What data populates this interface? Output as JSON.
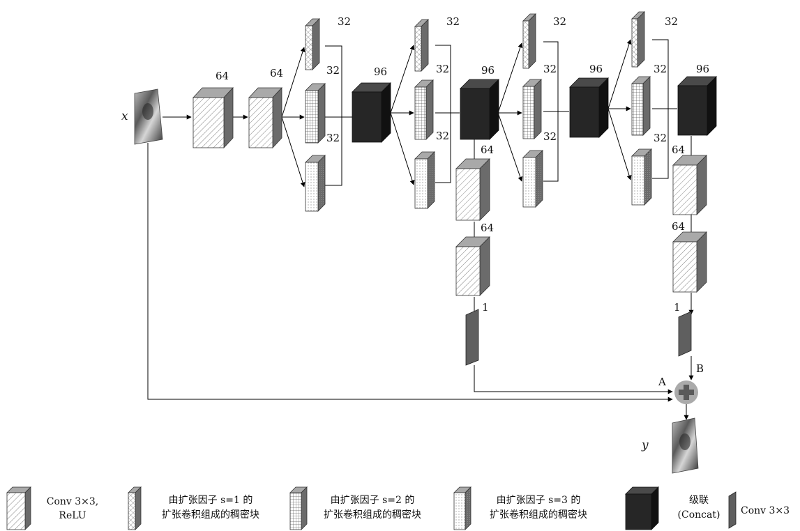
{
  "diagram": {
    "input_label": "x",
    "output_label": "y",
    "channels": {
      "c64": "64",
      "c32": "32",
      "c96": "96",
      "c1": "1"
    },
    "sum_inputs": {
      "a": "A",
      "b": "B"
    },
    "legend": [
      {
        "id": "conv-relu",
        "line1": "Conv 3×3,",
        "line2": "ReLU"
      },
      {
        "id": "dilated-s1",
        "line1": "由扩张因子 s=1 的",
        "line2": "扩张卷积组成的稠密块"
      },
      {
        "id": "dilated-s2",
        "line1": "由扩张因子 s=2 的",
        "line2": "扩张卷积组成的稠密块"
      },
      {
        "id": "dilated-s3",
        "line1": "由扩张因子 s=3 的",
        "line2": "扩张卷积组成的稠密块"
      },
      {
        "id": "concat",
        "line1": "级联",
        "line2": "(Concat)"
      },
      {
        "id": "conv",
        "line1": "Conv 3×3",
        "line2": ""
      }
    ],
    "colors": {
      "side": "#6b6b6b",
      "top": "#a9a9a9",
      "concat_front": "#262626",
      "concat_side": "#111111",
      "concat_top": "#4a4a4a",
      "plus_circle": "#8e8e8e",
      "plus_sign": "#5a5a5a"
    }
  }
}
